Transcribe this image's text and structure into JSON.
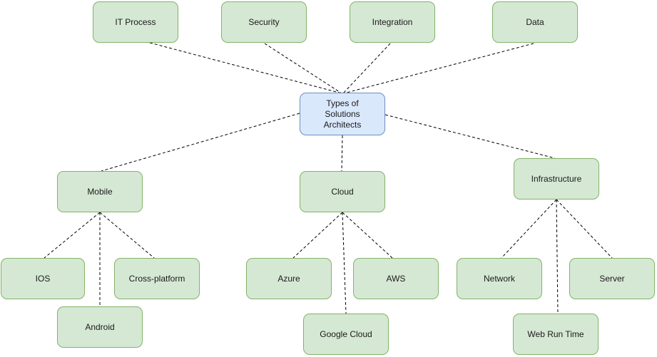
{
  "colors": {
    "green_fill": "#d5e8d4",
    "green_border": "#82b366",
    "blue_fill": "#dae8fc",
    "blue_border": "#6c8ebf",
    "edge_line": "#000000",
    "label_text": "#1a1a1a",
    "canvas_bg": "#ffffff"
  },
  "nodes": {
    "root": {
      "label": "Types of Solutions Architects"
    },
    "it_process": {
      "label": "IT Process"
    },
    "security": {
      "label": "Security"
    },
    "integration": {
      "label": "Integration"
    },
    "data": {
      "label": "Data"
    },
    "mobile": {
      "label": "Mobile"
    },
    "cloud": {
      "label": "Cloud"
    },
    "infrastructure": {
      "label": "Infrastructure"
    },
    "ios": {
      "label": "IOS"
    },
    "cross_platform": {
      "label": "Cross-platform"
    },
    "android": {
      "label": "Android"
    },
    "azure": {
      "label": "Azure"
    },
    "aws": {
      "label": "AWS"
    },
    "google_cloud": {
      "label": "Google Cloud"
    },
    "network": {
      "label": "Network"
    },
    "server": {
      "label": "Server"
    },
    "web_run_time": {
      "label": "Web Run Time"
    }
  },
  "edges": [
    {
      "from": "it_process",
      "to": "root"
    },
    {
      "from": "security",
      "to": "root"
    },
    {
      "from": "integration",
      "to": "root"
    },
    {
      "from": "data",
      "to": "root"
    },
    {
      "from": "root",
      "to": "mobile"
    },
    {
      "from": "root",
      "to": "cloud"
    },
    {
      "from": "root",
      "to": "infrastructure"
    },
    {
      "from": "mobile",
      "to": "ios"
    },
    {
      "from": "mobile",
      "to": "android"
    },
    {
      "from": "mobile",
      "to": "cross_platform"
    },
    {
      "from": "cloud",
      "to": "azure"
    },
    {
      "from": "cloud",
      "to": "google_cloud"
    },
    {
      "from": "cloud",
      "to": "aws"
    },
    {
      "from": "infrastructure",
      "to": "network"
    },
    {
      "from": "infrastructure",
      "to": "web_run_time"
    },
    {
      "from": "infrastructure",
      "to": "server"
    }
  ]
}
